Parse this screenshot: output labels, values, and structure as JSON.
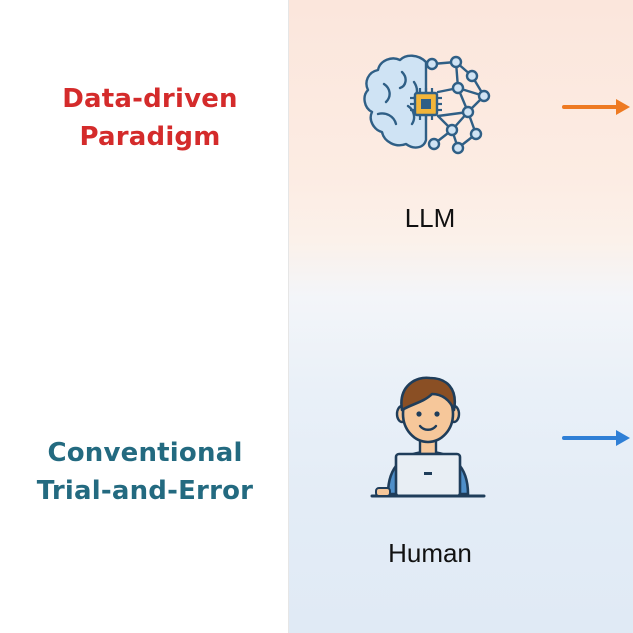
{
  "labels": {
    "data_driven": {
      "lines": [
        "Data-driven",
        "Paradigm"
      ],
      "color": "#d42b2b"
    },
    "conventional": {
      "lines": [
        "Conventional",
        "Trial-and-Error"
      ],
      "color": "#236a80"
    }
  },
  "nodes": {
    "llm": {
      "caption": "LLM",
      "icon": "brain-chip-network-icon"
    },
    "human": {
      "caption": "Human",
      "icon": "person-at-laptop-icon"
    }
  },
  "arrows": {
    "top": {
      "color": "#ee7a22",
      "icon": "arrow-right-icon"
    },
    "bottom": {
      "color": "#2f7fd6",
      "icon": "arrow-right-icon"
    }
  }
}
